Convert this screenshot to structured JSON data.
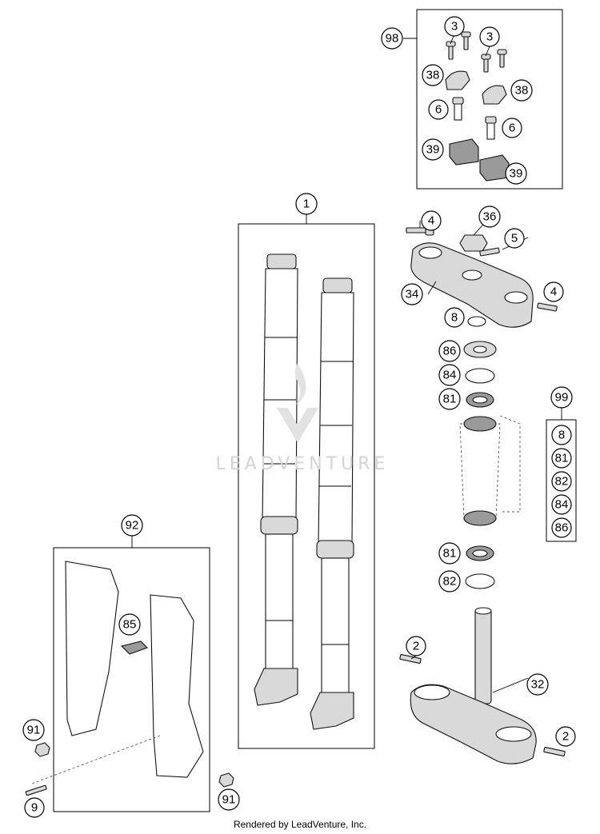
{
  "watermark": "LEADVENTURE",
  "footer": "Rendered by LeadVenture, Inc.",
  "callouts": {
    "c98": "98",
    "c3a": "3",
    "c3b": "3",
    "c38a": "38",
    "c38b": "38",
    "c6a": "6",
    "c6b": "6",
    "c39a": "39",
    "c39b": "39",
    "c1": "1",
    "c4a": "4",
    "c36": "36",
    "c5": "5",
    "c34": "34",
    "c4b": "4",
    "c8": "8",
    "c86": "86",
    "c84": "84",
    "c81a": "81",
    "c99": "99",
    "k8": "8",
    "k81": "81",
    "k82": "82",
    "k84": "84",
    "k86": "86",
    "c81b": "81",
    "c82": "82",
    "c92": "92",
    "c85": "85",
    "c91a": "91",
    "c9": "9",
    "c91b": "91",
    "c2a": "2",
    "c32": "32",
    "c2b": "2"
  }
}
